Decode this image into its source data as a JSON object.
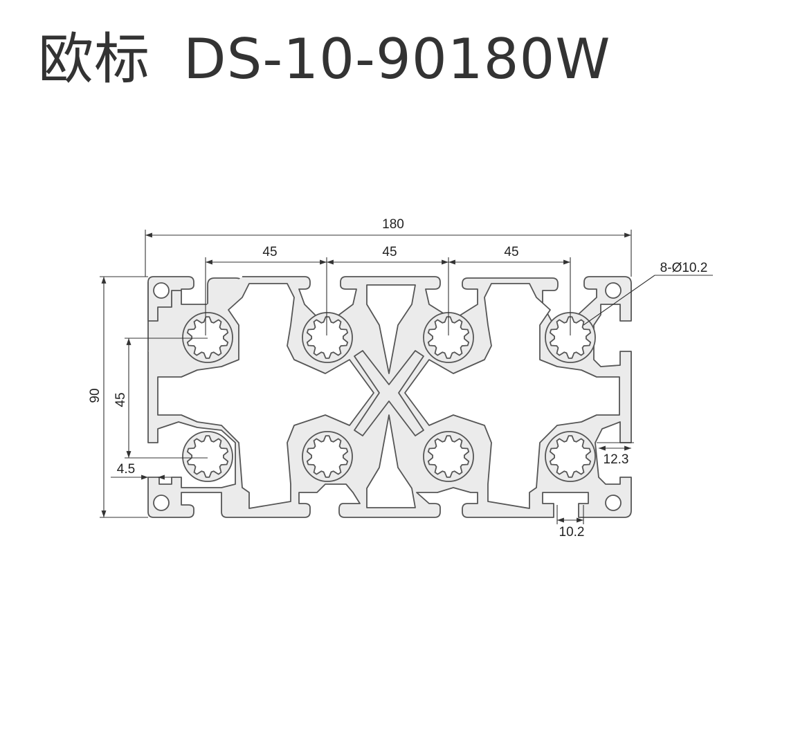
{
  "header": {
    "standard_label": "欧标",
    "model_code": "DS-10-90180W"
  },
  "dimensions": {
    "overall_width": "180",
    "overall_height": "90",
    "slot_pitch_x": [
      "45",
      "45",
      "45"
    ],
    "slot_pitch_y": "45",
    "wall_thickness": "4.5",
    "slot_opening_width": "10.2",
    "slot_depth": "12.3",
    "hole_callout": "8-Ø10.2"
  },
  "colors": {
    "profile_fill": "#ebebeb",
    "outline": "#555555",
    "title_text": "#333333"
  }
}
